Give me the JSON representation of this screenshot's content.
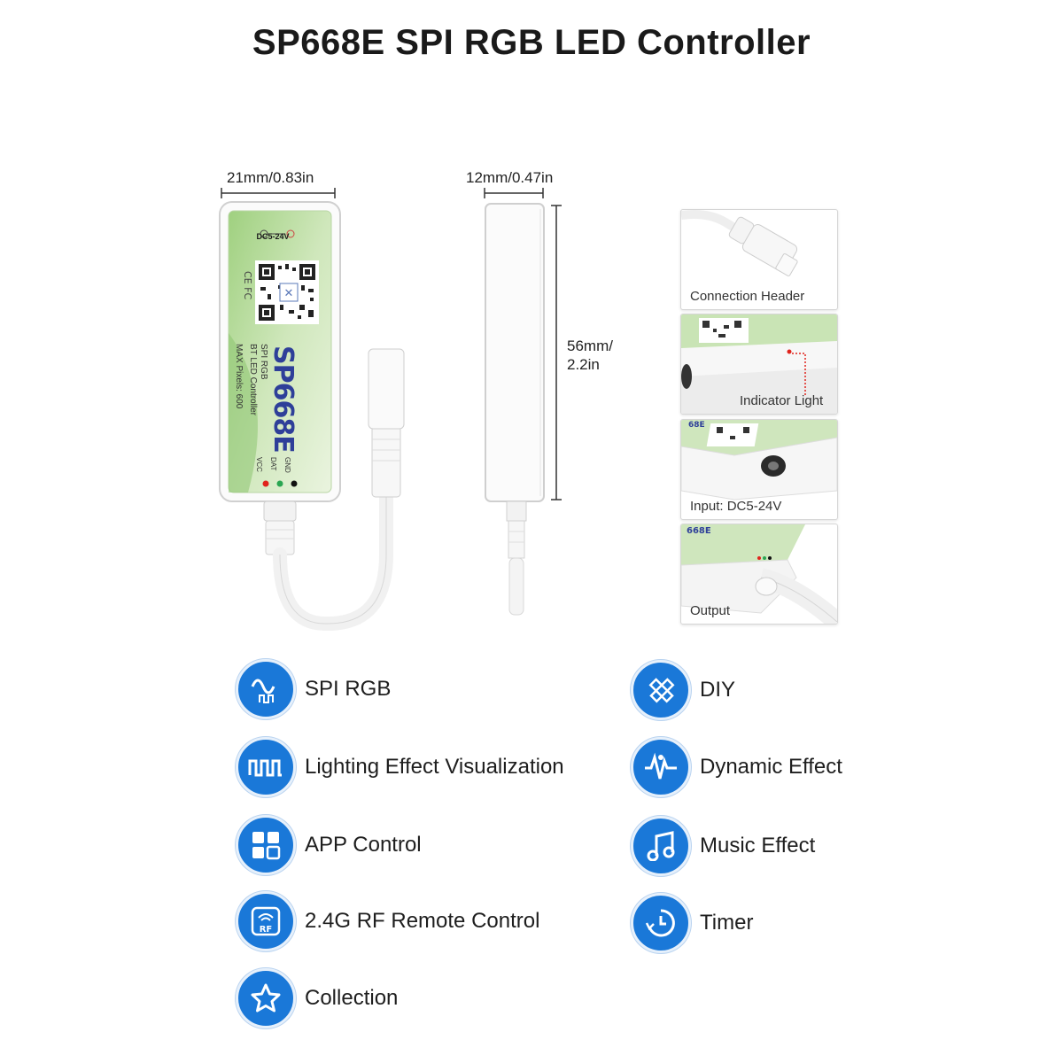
{
  "title": "SP668E SPI RGB LED Controller",
  "dimensions": {
    "width": "21mm/0.83in",
    "thickness": "12mm/0.47in",
    "length_line1": "56mm/",
    "length_line2": "2.2in"
  },
  "device_label": {
    "power": "DC5-24V",
    "model": "SP668E",
    "line1": "SPI RGB",
    "line2": "BT LED Controller",
    "line3": "MAX Pixels: 600",
    "pin_gnd": "GND",
    "pin_dat": "DAT",
    "pin_vcc": "VCC"
  },
  "detail_views": [
    {
      "label": "Connection Header"
    },
    {
      "label": "Indicator Light"
    },
    {
      "label": "Input: DC5-24V"
    },
    {
      "label": "Output"
    }
  ],
  "features": [
    {
      "label": "SPI RGB",
      "icon": "waveform-icon"
    },
    {
      "label": "DIY",
      "icon": "pencil-ruler-icon"
    },
    {
      "label": "Lighting Effect Visualization",
      "icon": "square-wave-icon"
    },
    {
      "label": "Dynamic Effect",
      "icon": "heartbeat-icon"
    },
    {
      "label": "APP Control",
      "icon": "app-grid-icon"
    },
    {
      "label": "Music Effect",
      "icon": "music-note-icon"
    },
    {
      "label": "2.4G RF Remote Control",
      "icon": "rf-remote-icon"
    },
    {
      "label": "Timer",
      "icon": "timer-icon"
    },
    {
      "label": "Collection",
      "icon": "star-icon"
    }
  ],
  "colors": {
    "accent": "#1a78d8",
    "label_green": "#a9d58f",
    "vcc_red": "#e0231c",
    "dat_green": "#2aa652"
  }
}
